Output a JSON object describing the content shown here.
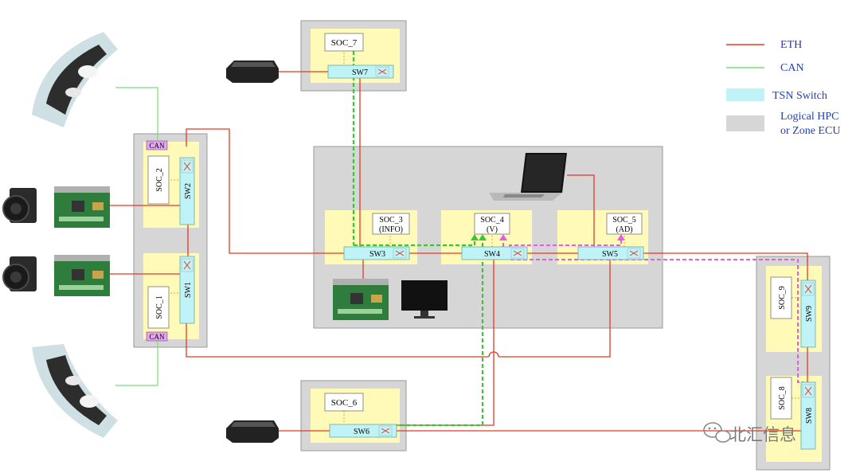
{
  "legend": {
    "eth": "ETH",
    "can": "CAN",
    "tsn": "TSN Switch",
    "hpc_line1": "Logical HPC",
    "hpc_line2": "or Zone ECU"
  },
  "colors": {
    "eth": "#e23b24",
    "can": "#7fd97f",
    "can_dashed": "#39c739",
    "pink_dashed": "#e85ae8",
    "tsn": "#bff3f7",
    "soc_bg": "#fffab8",
    "hpc_bg": "#d6d6d6"
  },
  "socs": {
    "soc1": "SOC_1",
    "soc2": "SOC_2",
    "soc3": "SOC_3",
    "soc3_sub": "(INFO)",
    "soc4": "SOC_4",
    "soc4_sub": "(V)",
    "soc5": "SOC_5",
    "soc5_sub": "(AD)",
    "soc6": "SOC_6",
    "soc7": "SOC_7",
    "soc8": "SOC_8",
    "soc9": "SOC_9"
  },
  "switches": {
    "sw1": "SW1",
    "sw2": "SW2",
    "sw3": "SW3",
    "sw4": "SW4",
    "sw5": "SW5",
    "sw6": "SW6",
    "sw7": "SW7",
    "sw8": "SW8",
    "sw9": "SW9"
  },
  "can_tags": {
    "top": "CAN",
    "bottom": "CAN"
  },
  "watermark": "北汇信息",
  "icons": [
    "headlight-icon",
    "camera-icon",
    "circuit-board-icon",
    "lidar-icon",
    "laptop-icon",
    "monitor-icon",
    "wechat-icon"
  ]
}
